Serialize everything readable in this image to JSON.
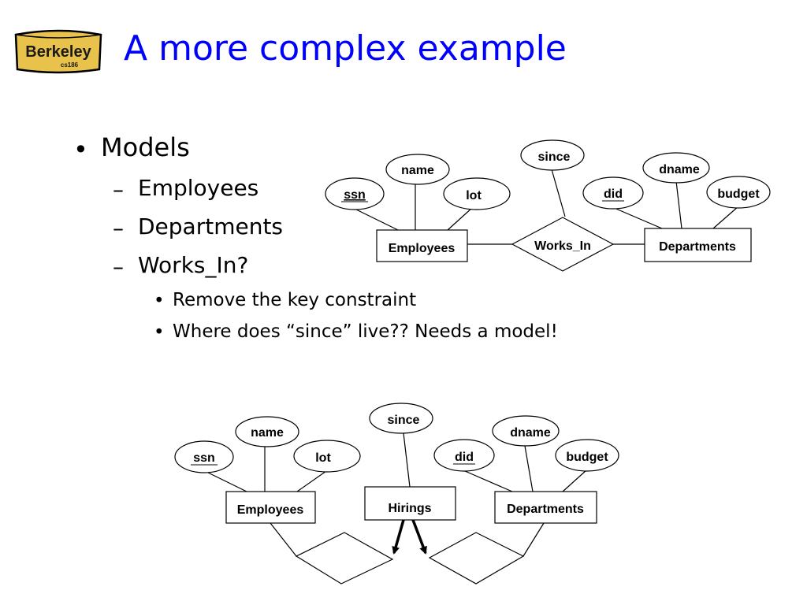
{
  "title": "A more complex example",
  "logo": {
    "text": "Berkeley",
    "subtext": "cs186"
  },
  "bullets": {
    "models": "Models",
    "employees": "Employees",
    "departments": "Departments",
    "works_in": "Works_In?",
    "remove_key": "Remove the key constraint",
    "where_since": "Where does “since” live??  Needs a model!"
  },
  "marks": {
    "bullet": "•",
    "dash": "–"
  },
  "diagram1": {
    "attributes": {
      "ssn": "ssn",
      "name": "name",
      "lot": "lot",
      "since": "since",
      "did": "did",
      "dname": "dname",
      "budget": "budget"
    },
    "entities": {
      "employees": "Employees",
      "departments": "Departments"
    },
    "relationship": "Works_In"
  },
  "diagram2": {
    "attributes": {
      "ssn": "ssn",
      "name": "name",
      "lot": "lot",
      "since": "since",
      "did": "did",
      "dname": "dname",
      "budget": "budget"
    },
    "entities": {
      "employees": "Employees",
      "hirings": "Hirings",
      "departments": "Departments"
    }
  }
}
